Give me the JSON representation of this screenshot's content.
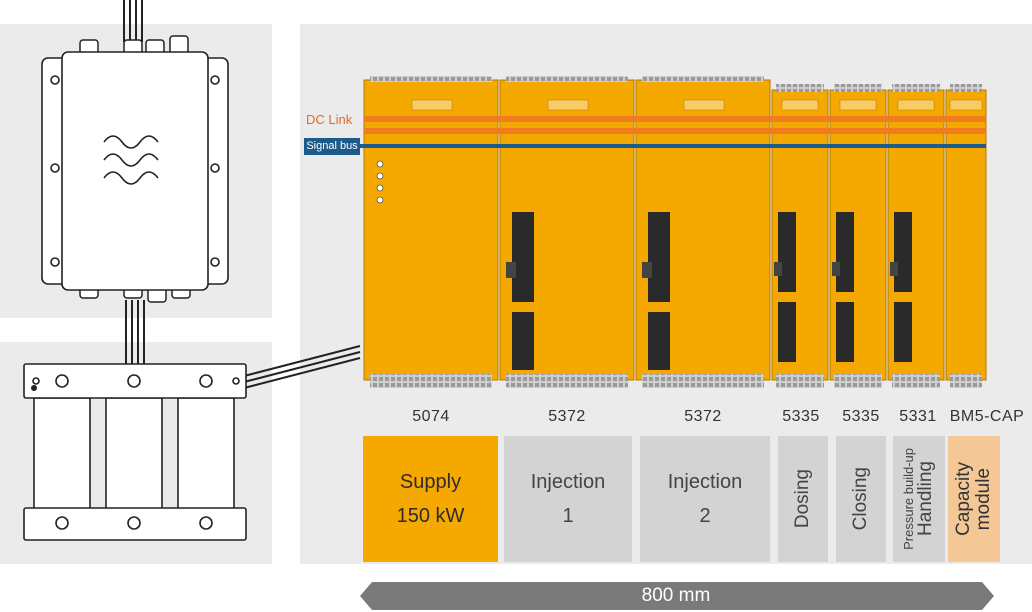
{
  "line_labels": {
    "dc_link": "DC Link",
    "signal_bus": "Signal bus"
  },
  "modules": [
    {
      "model": "5074",
      "function_lines": [
        "Supply",
        "150 kW"
      ],
      "style": "supply"
    },
    {
      "model": "5372",
      "function_lines": [
        "Injection",
        "1"
      ],
      "style": "grey"
    },
    {
      "model": "5372",
      "function_lines": [
        "Injection",
        "2"
      ],
      "style": "grey"
    },
    {
      "model": "5335",
      "function_lines": [
        "Dosing"
      ],
      "style": "grey"
    },
    {
      "model": "5335",
      "function_lines": [
        "Closing"
      ],
      "style": "grey"
    },
    {
      "model": "5331",
      "function_lines": [
        "Pressure build-up",
        "Handling"
      ],
      "style": "grey"
    },
    {
      "model": "BM5-CAP",
      "function_lines": [
        "Capacity",
        "module"
      ],
      "style": "cap"
    }
  ],
  "total_length": "800 mm",
  "colors": {
    "module_yellow": "#f5a800",
    "dc_link": "#e06a2b",
    "signal_bus": "#1d5c8a",
    "box_grey": "#d3d3d3",
    "capacity_box": "#f3c796"
  }
}
